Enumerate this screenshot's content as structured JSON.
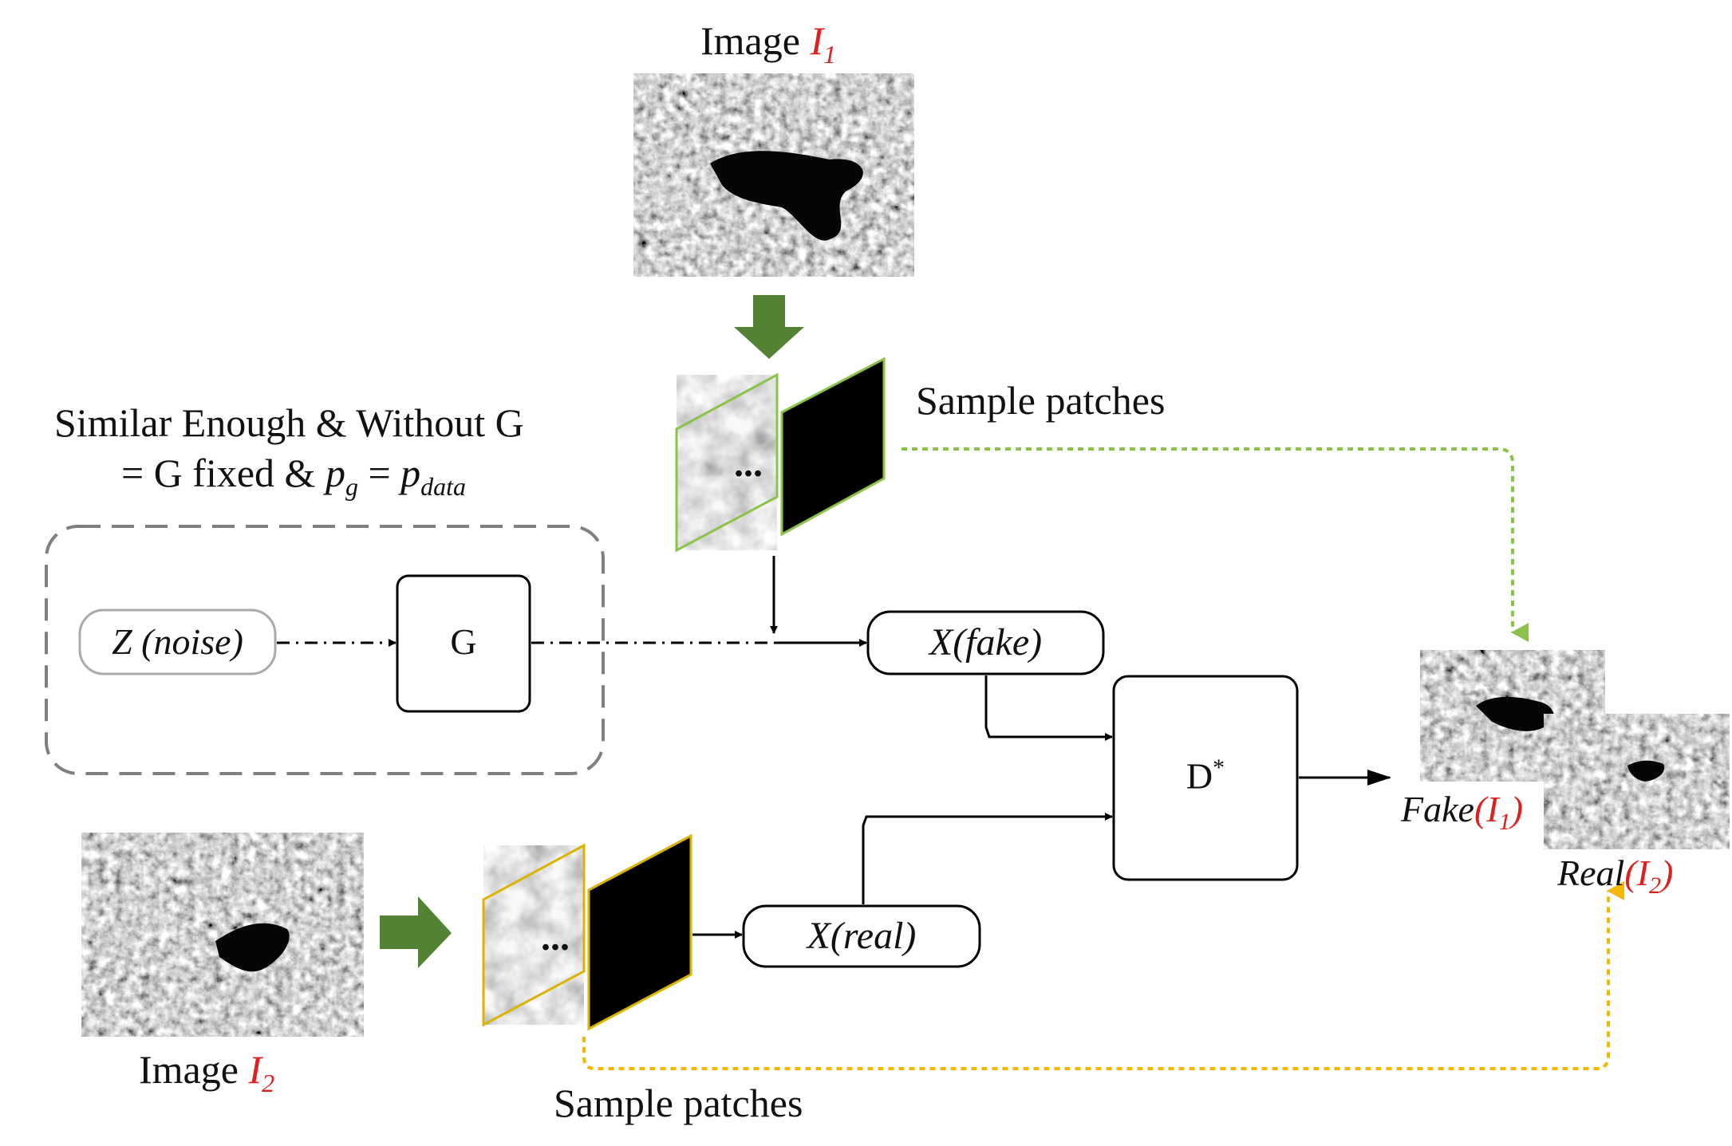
{
  "top_image": {
    "prefix": "Image",
    "symbol": "I",
    "subscript": "1"
  },
  "bottom_image": {
    "prefix": "Image",
    "symbol": "I",
    "subscript": "2"
  },
  "condition": {
    "line1": "Similar Enough & Without G",
    "line2_prefix": "= G fixed & ",
    "pg_base": "p",
    "pg_sub": "g",
    "equals": " = ",
    "pdata_base": "p",
    "pdata_sub": "data"
  },
  "sample_patches_top": "Sample patches",
  "sample_patches_bottom": "Sample patches",
  "ellipsis": "...",
  "nodes": {
    "noise": "Z (noise)",
    "generator": "G",
    "x_fake": "X(fake)",
    "x_real": "X(real)",
    "discriminator_base": "D",
    "discriminator_sup": "*"
  },
  "outputs": {
    "fake_prefix": "Fake",
    "fake_symbol": "(I",
    "fake_sub": "1",
    "fake_close": ")",
    "real_prefix": "Real",
    "real_symbol": "(I",
    "real_sub": "2",
    "real_close": ")"
  },
  "colors": {
    "green_arrow": "#548235",
    "green_dotted": "#8bc34a",
    "yellow_dotted": "#f5b800",
    "dashed_box": "#7f7f7f",
    "label_red": "#e02020"
  }
}
